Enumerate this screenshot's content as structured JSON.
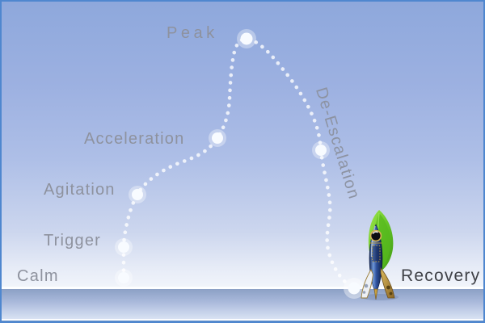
{
  "diagram": {
    "stages": [
      {
        "id": "calm",
        "label": "Calm"
      },
      {
        "id": "trigger",
        "label": "Trigger"
      },
      {
        "id": "agitation",
        "label": "Agitation"
      },
      {
        "id": "acceleration",
        "label": "Acceleration"
      },
      {
        "id": "peak",
        "label": "Peak"
      },
      {
        "id": "de_escalation",
        "label": "De-Escalation"
      },
      {
        "id": "recovery",
        "label": "Recovery"
      }
    ],
    "icons": {
      "rocket": "rocket-ship"
    },
    "colors": {
      "frame_border": "#4f87cf",
      "sky_top": "#8ea8dc",
      "sky_bottom": "#f2f5fb",
      "ground_top": "#8ca0c5",
      "ground_bottom": "#dbe4f4",
      "footer_strip": "#6290ca",
      "curve_dots": "#ffffff",
      "stage_label_text": "#8e929e",
      "recovery_label_text": "#3f4147",
      "rocket_green": "#63c326",
      "rocket_blue": "#1d3668",
      "rocket_gold": "#c9a23f"
    }
  }
}
